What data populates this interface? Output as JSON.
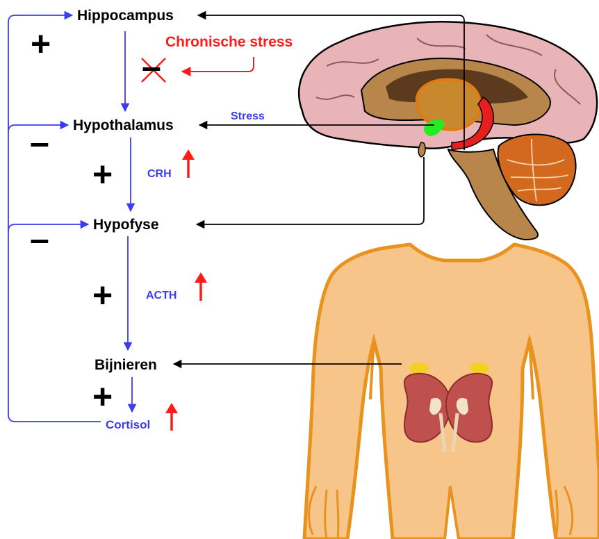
{
  "labels": {
    "hippocampus": "Hippocampus",
    "hypothalamus": "Hypothalamus",
    "hypofyse": "Hypofyse",
    "bijnieren": "Bijnieren",
    "cortisol": "Cortisol",
    "crh": "CRH",
    "acth": "ACTH",
    "stress": "Stress",
    "chronic_stress": "Chronische stress"
  },
  "signs": {
    "plus": "+",
    "minus": "–"
  },
  "colors": {
    "pathway_blue": "#3b3bf0",
    "stress_red": "#ff1a1a",
    "text_black": "#000000",
    "skin": "#f7c48a",
    "skin_outline": "#e8931e",
    "brain_pink": "#e8b4b8",
    "cerebellum": "#d2691e",
    "kidney": "#c0504d"
  },
  "icons": [
    "up-arrow-icon",
    "cross-mark-icon",
    "brain-illustration",
    "body-illustration",
    "kidney-illustration"
  ]
}
